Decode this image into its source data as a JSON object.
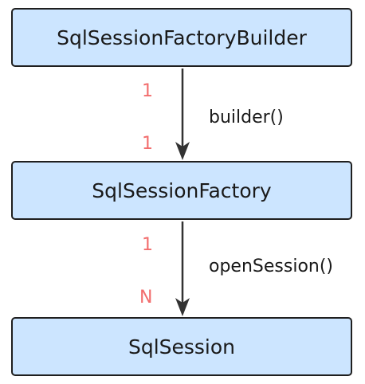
{
  "nodes": {
    "builder": "SqlSessionFactoryBuilder",
    "factory": "SqlSessionFactory",
    "session": "SqlSession"
  },
  "edges": [
    {
      "label": "builder()",
      "source_card": "1",
      "target_card": "1"
    },
    {
      "label": "openSession()",
      "source_card": "1",
      "target_card": "N"
    }
  ],
  "colors": {
    "box_fill": "#cce5ff",
    "box_border": "#1f1f1f",
    "cardinality": "#f26d6d",
    "arrow": "#333333"
  }
}
